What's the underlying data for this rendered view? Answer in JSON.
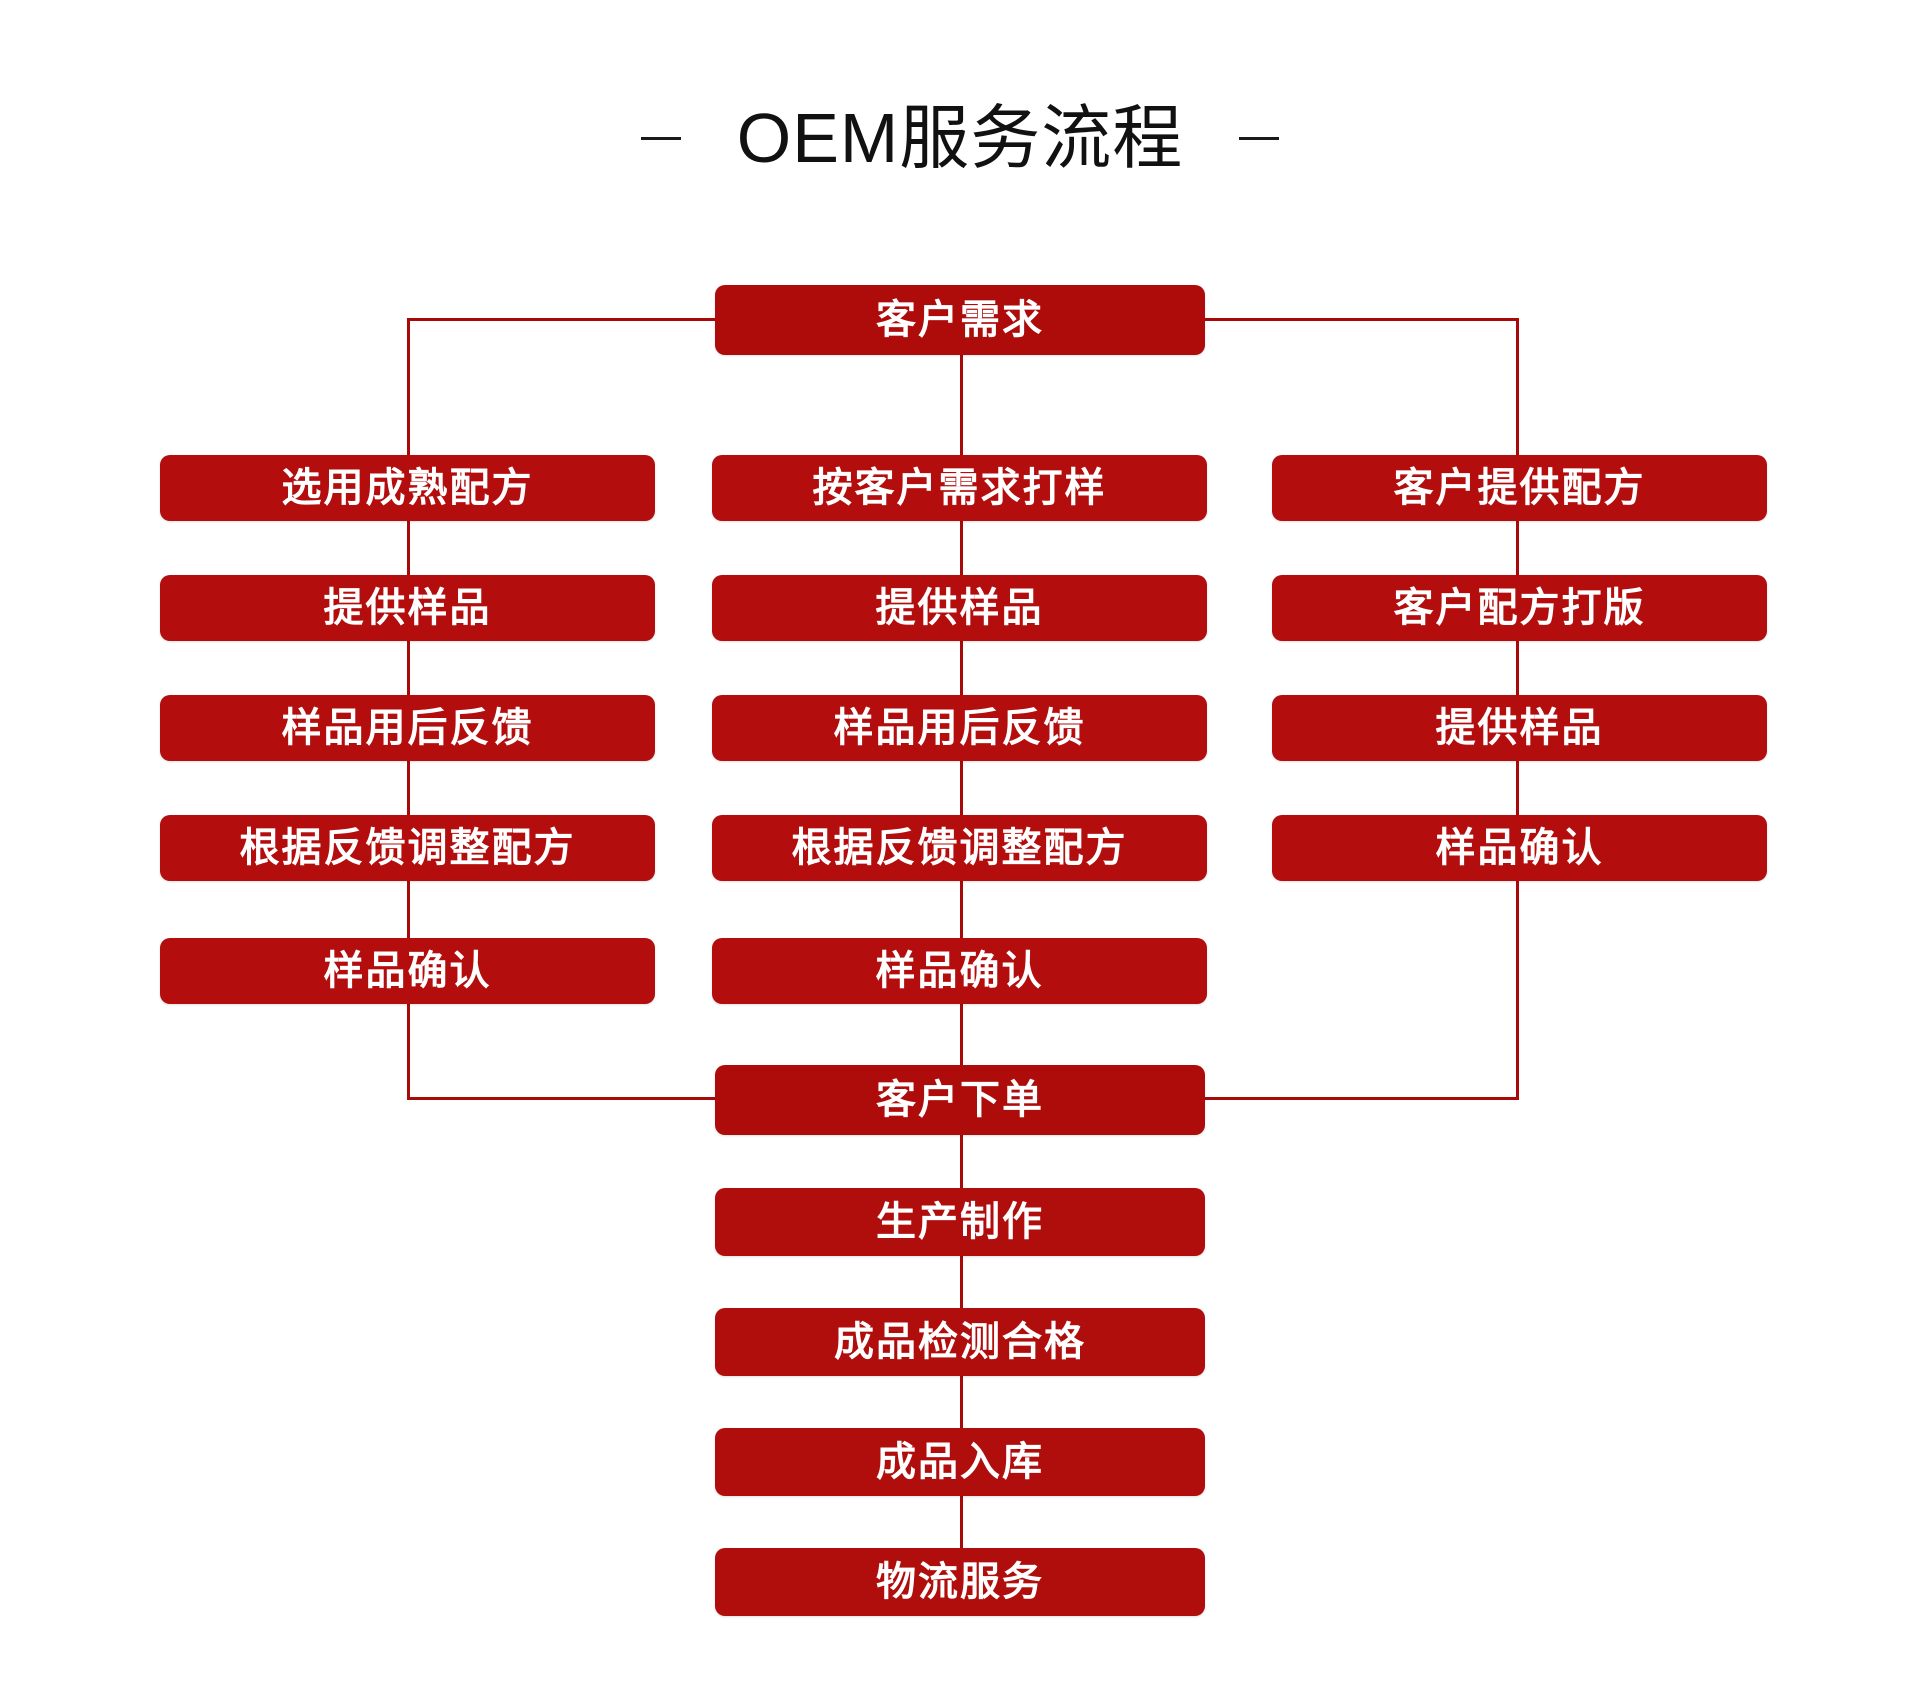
{
  "title": {
    "text": "OEM服务流程",
    "left_dash": "—",
    "right_dash": "—"
  },
  "colors": {
    "box_red": "#b00d0d",
    "line_red": "#a80a0a",
    "title_black": "#111111",
    "box_text": "#ffffff",
    "background": "#ffffff"
  },
  "flow": {
    "start": {
      "label": "客户需求"
    },
    "branches": [
      {
        "name": "mature-formula-branch",
        "steps": [
          {
            "label": "选用成熟配方"
          },
          {
            "label": "提供样品"
          },
          {
            "label": "样品用后反馈"
          },
          {
            "label": "根据反馈调整配方"
          },
          {
            "label": "样品确认"
          }
        ]
      },
      {
        "name": "custom-sample-branch",
        "steps": [
          {
            "label": "按客户需求打样"
          },
          {
            "label": "提供样品"
          },
          {
            "label": "样品用后反馈"
          },
          {
            "label": "根据反馈调整配方"
          },
          {
            "label": "样品确认"
          }
        ]
      },
      {
        "name": "customer-formula-branch",
        "steps": [
          {
            "label": "客户提供配方"
          },
          {
            "label": "客户配方打版"
          },
          {
            "label": "提供样品"
          },
          {
            "label": "样品确认"
          }
        ]
      }
    ],
    "merge": {
      "label": "客户下单"
    },
    "tail": [
      {
        "label": "生产制作"
      },
      {
        "label": "成品检测合格"
      },
      {
        "label": "成品入库"
      },
      {
        "label": "物流服务"
      }
    ]
  }
}
